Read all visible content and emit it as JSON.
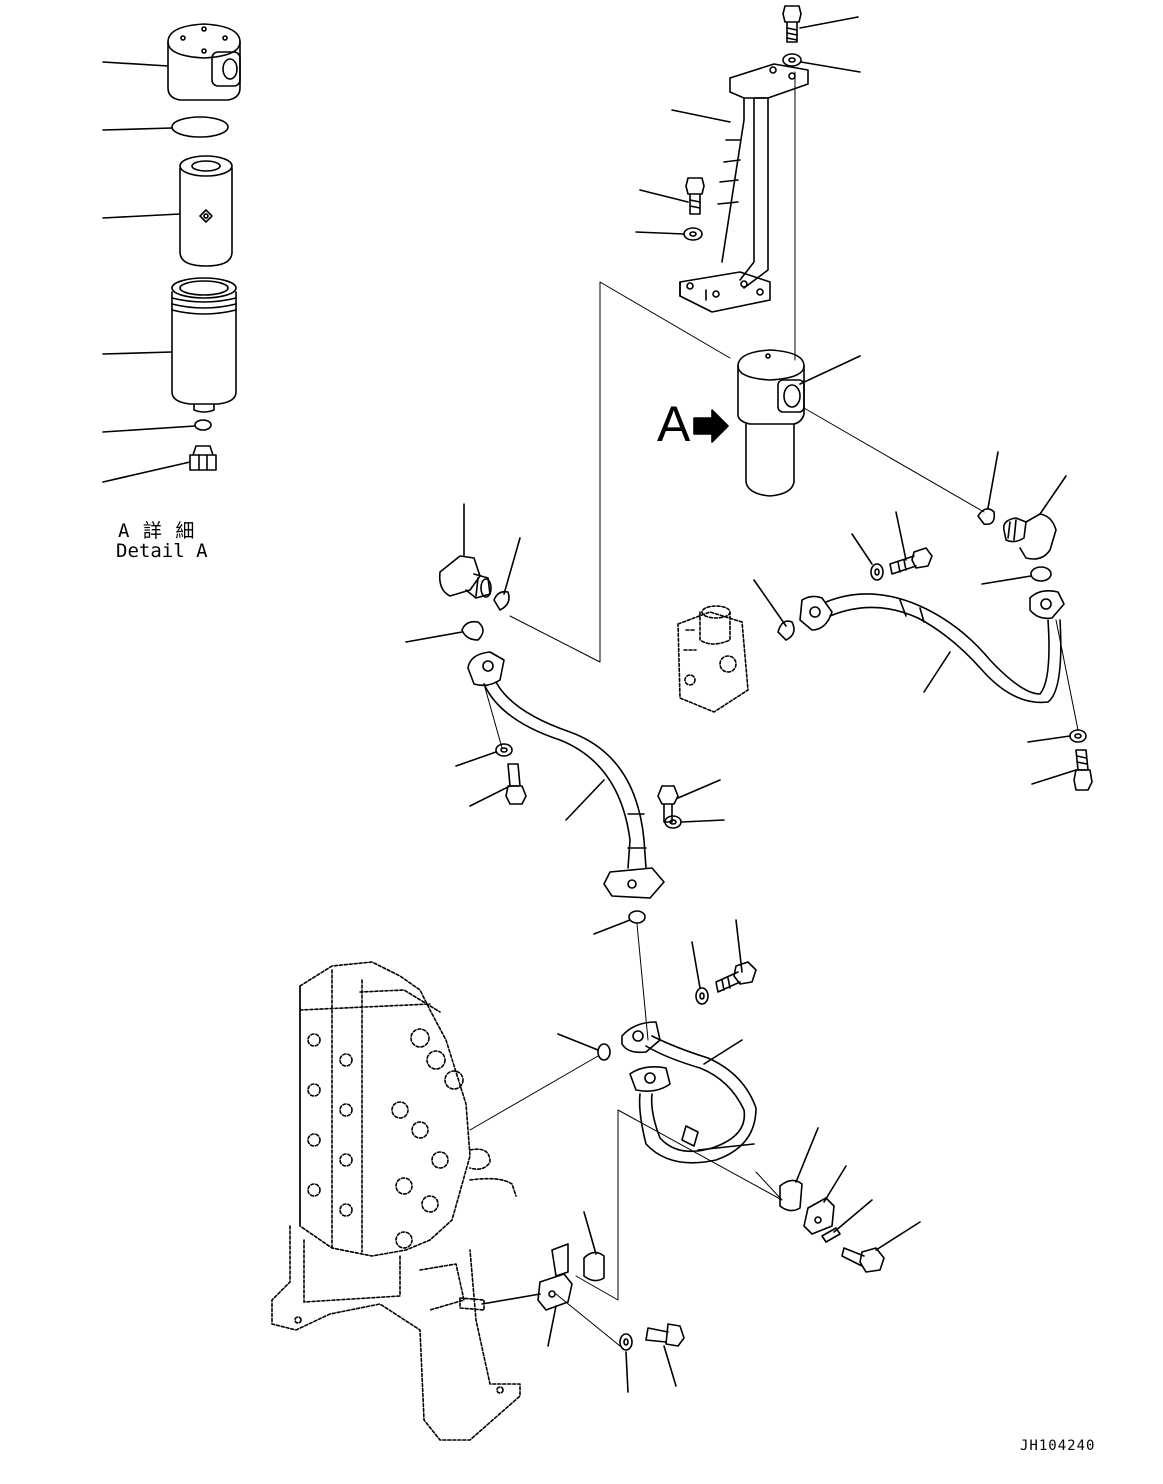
{
  "diagram": {
    "view_marker": "A",
    "detail_label_jp": "A 詳 細",
    "detail_label_en": "Detail A",
    "drawing_number": "JH104240"
  },
  "colors": {
    "line": "#000000",
    "background": "#ffffff"
  }
}
